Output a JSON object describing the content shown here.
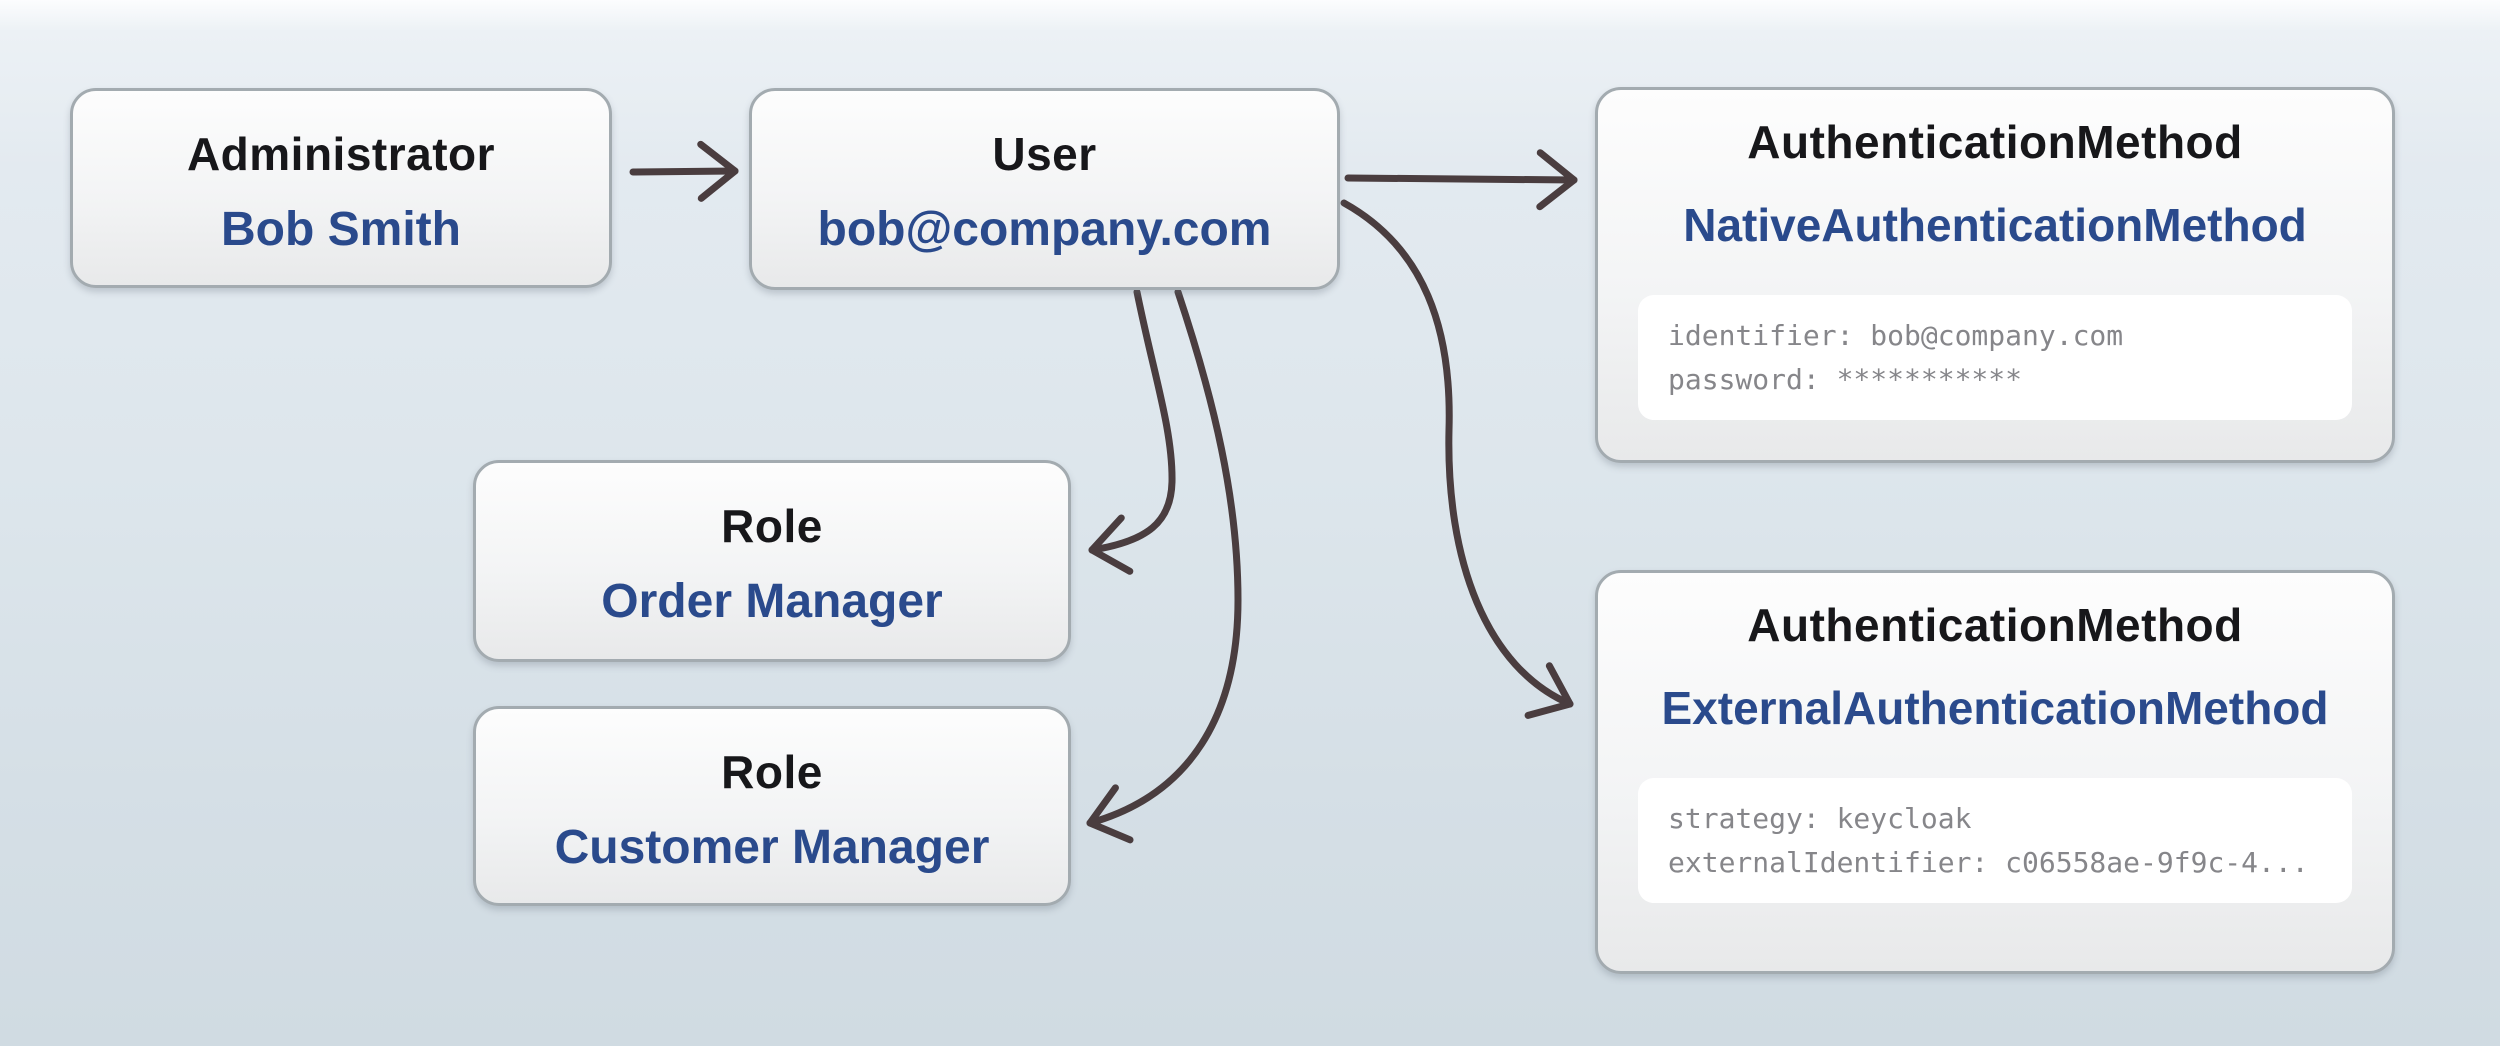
{
  "theme": {
    "background_top": "#fcfdfe",
    "background_mid": "#dde6ec",
    "background_bottom": "#d0dbe2",
    "card_border": "#a3abb0",
    "card_fill_top": "#fdfdfd",
    "card_fill_bottom": "#e8e9ea",
    "title_color": "#17171a",
    "accent_blue": "#2a4a8c",
    "mono_text": "#86868a",
    "arrow_color": "#4a3d3f",
    "panel_fill": "#ffffff"
  },
  "nodes": {
    "administrator": {
      "type_label": "Administrator",
      "instance": "Bob Smith"
    },
    "user": {
      "type_label": "User",
      "instance": "bob@company.com"
    },
    "native_auth": {
      "type_label": "AuthenticationMethod",
      "instance": "NativeAuthenticationMethod",
      "properties": [
        "identifier: bob@company.com",
        "password: ***********"
      ]
    },
    "external_auth": {
      "type_label": "AuthenticationMethod",
      "instance": "ExternalAuthenticationMethod",
      "properties": [
        "strategy: keycloak",
        "externalIdentifier: c06558ae-9f9c-4..."
      ]
    },
    "role_order_manager": {
      "type_label": "Role",
      "instance": "Order Manager"
    },
    "role_customer_manager": {
      "type_label": "Role",
      "instance": "Customer Manager"
    }
  },
  "edges": [
    {
      "from": "administrator",
      "to": "user"
    },
    {
      "from": "user",
      "to": "native_auth"
    },
    {
      "from": "user",
      "to": "external_auth"
    },
    {
      "from": "user",
      "to": "role_order_manager"
    },
    {
      "from": "user",
      "to": "role_customer_manager"
    }
  ]
}
